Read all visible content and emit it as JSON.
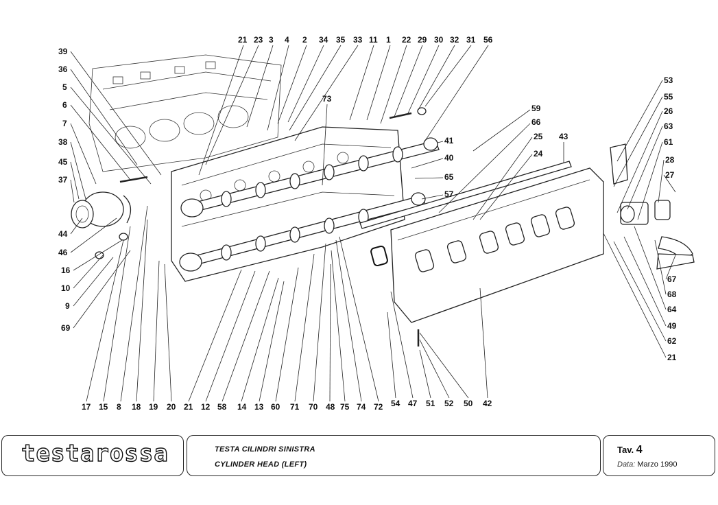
{
  "brand": "testarossa",
  "title": {
    "italian": "TESTA CILINDRI  SINISTRA",
    "english": "CYLINDER HEAD  (LEFT)"
  },
  "table": {
    "tav_label": "Tav.",
    "tav_number": "4",
    "date_label": "Data:",
    "date_value": "Marzo 1990"
  },
  "callouts_top": [
    "21",
    "23",
    "3",
    "4",
    "2",
    "34",
    "35",
    "33",
    "11",
    "1",
    "22",
    "29",
    "30",
    "32",
    "31",
    "56"
  ],
  "callouts_left": [
    "39",
    "36",
    "5",
    "6",
    "7",
    "38",
    "45",
    "37",
    "44",
    "46",
    "16",
    "10",
    "9",
    "69"
  ],
  "callouts_bottom": [
    "17",
    "15",
    "8",
    "18",
    "19",
    "20",
    "21",
    "12",
    "58",
    "14",
    "13",
    "60",
    "71",
    "70",
    "48",
    "75",
    "74",
    "72",
    "54",
    "47",
    "51",
    "52",
    "50",
    "42"
  ],
  "callouts_right": [
    "53",
    "55",
    "26",
    "63",
    "61",
    "28",
    "27",
    "67",
    "68",
    "64",
    "49",
    "62",
    "21"
  ],
  "callouts_inner": [
    "73",
    "59",
    "66",
    "25",
    "43",
    "24",
    "41",
    "40",
    "65",
    "57"
  ]
}
